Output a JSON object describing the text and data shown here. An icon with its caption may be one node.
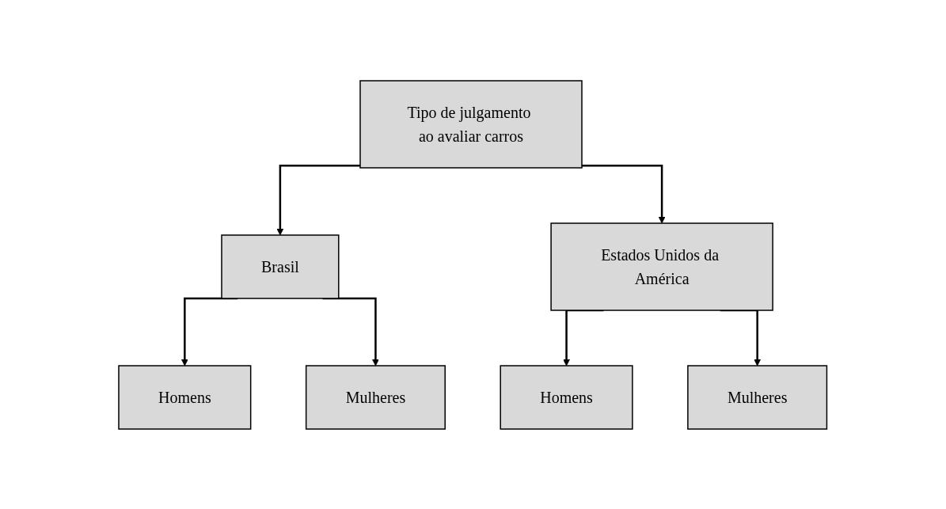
{
  "diagram": {
    "nodes": [
      {
        "text": [
          "Tipo de julgamento ao avaliar carros"
        ]
      },
      {
        "text": [
          "Brasil"
        ]
      },
      {
        "text": [
          "Estados Unidos da América"
        ]
      },
      {
        "text": [
          "Homens"
        ]
      },
      {
        "text": [
          "Mulheres"
        ]
      },
      {
        "text": [
          "Homens"
        ]
      },
      {
        "text": [
          "Mulheres"
        ]
      }
    ],
    "edges": [
      {
        "from": 0,
        "to": 1,
        "arrow": "to"
      },
      {
        "from": 0,
        "to": 2,
        "arrow": "to"
      },
      {
        "from": 1,
        "to": 3,
        "arrow": "to"
      },
      {
        "from": 1,
        "to": 4,
        "arrow": "to"
      },
      {
        "from": 2,
        "to": 5,
        "arrow": "to"
      },
      {
        "from": 2,
        "to": 6,
        "arrow": "to"
      }
    ]
  }
}
